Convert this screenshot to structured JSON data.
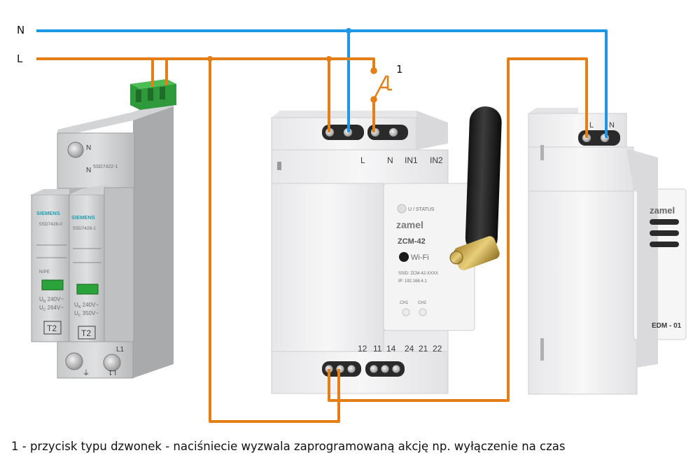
{
  "wire_labels": {
    "neutral": "N",
    "line": "L"
  },
  "switch": {
    "number": "1"
  },
  "surge_protector": {
    "top_module": {
      "terminal_top": "N",
      "terminal_bottom": "N",
      "model": "5SD7422-1"
    },
    "left_module": {
      "brand": "SIEMENS",
      "model": "5SD7428-0",
      "label": "N/PE",
      "rating_1": "U",
      "rating_1_sub": "N",
      "rating_1_val": " 240V~",
      "rating_2": "U",
      "rating_2_sub": "C",
      "rating_2_val": " 264V~",
      "type_badge": "T2"
    },
    "right_module": {
      "brand": "SIEMENS",
      "model": "5SD7428-1",
      "rating_1": "U",
      "rating_1_sub": "N",
      "rating_1_val": " 240V~",
      "rating_2": "U",
      "rating_2_sub": "C",
      "rating_2_val": " 350V~",
      "type_badge": "T2"
    },
    "bottom_terminal": "L1",
    "bottom_terminal_flip": "L1"
  },
  "controller": {
    "brand": "zamel",
    "model": "ZCM-42",
    "status_label": "U / STATUS",
    "wifi_label": "Wi-Fi",
    "ssid": "SSID: ZCM-42-XXXX",
    "ip": "IP: 192.168.4.1",
    "ch1": "CH1",
    "ch2": "CH2",
    "top_terminals": [
      "L",
      "N",
      "IN1",
      "IN2"
    ],
    "bottom_terminals": [
      "12",
      "11",
      "14",
      "24",
      "21",
      "22"
    ]
  },
  "doorbell": {
    "brand": "zamel",
    "model": "EDM - 01",
    "terminals": [
      "L",
      "N"
    ]
  },
  "colors": {
    "neutral_wire": "#1e96e6",
    "line_wire": "#e57e14"
  },
  "caption": "1 - przycisk typu dzwonek - naciśniecie wyzwala zaprogramowaną akcję np. wyłączenie na czas"
}
